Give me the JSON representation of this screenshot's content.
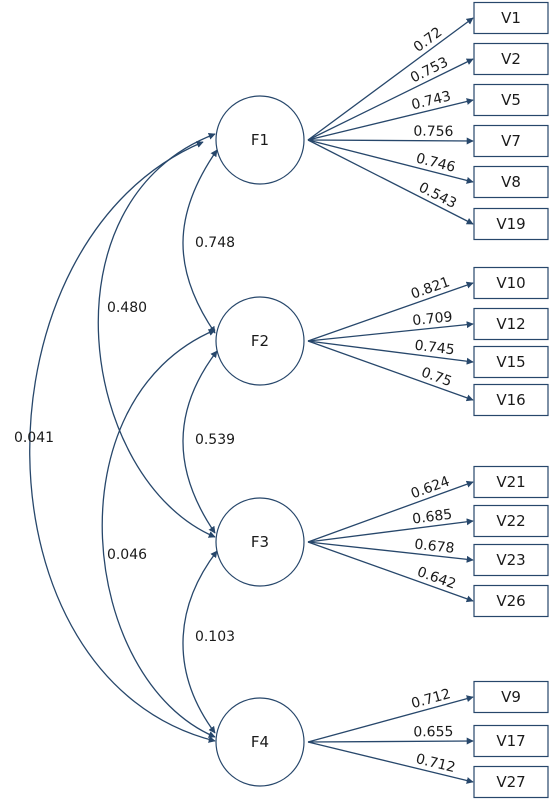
{
  "colors": {
    "line": "#27476b",
    "text": "#1a1a1a",
    "background": "#ffffff"
  },
  "factors": [
    {
      "id": "F1",
      "label": "F1"
    },
    {
      "id": "F2",
      "label": "F2"
    },
    {
      "id": "F3",
      "label": "F3"
    },
    {
      "id": "F4",
      "label": "F4"
    }
  ],
  "indicators": [
    {
      "factor": "F1",
      "label": "V1",
      "loading": "0.72"
    },
    {
      "factor": "F1",
      "label": "V2",
      "loading": "0.753"
    },
    {
      "factor": "F1",
      "label": "V5",
      "loading": "0.743"
    },
    {
      "factor": "F1",
      "label": "V7",
      "loading": "0.756"
    },
    {
      "factor": "F1",
      "label": "V8",
      "loading": "0.746"
    },
    {
      "factor": "F1",
      "label": "V19",
      "loading": "0.543"
    },
    {
      "factor": "F2",
      "label": "V10",
      "loading": "0.821"
    },
    {
      "factor": "F2",
      "label": "V12",
      "loading": "0.709"
    },
    {
      "factor": "F2",
      "label": "V15",
      "loading": "0.745"
    },
    {
      "factor": "F2",
      "label": "V16",
      "loading": "0.75"
    },
    {
      "factor": "F3",
      "label": "V21",
      "loading": "0.624"
    },
    {
      "factor": "F3",
      "label": "V22",
      "loading": "0.685"
    },
    {
      "factor": "F3",
      "label": "V23",
      "loading": "0.678"
    },
    {
      "factor": "F3",
      "label": "V26",
      "loading": "0.642"
    },
    {
      "factor": "F4",
      "label": "V9",
      "loading": "0.712"
    },
    {
      "factor": "F4",
      "label": "V17",
      "loading": "0.655"
    },
    {
      "factor": "F4",
      "label": "V27",
      "loading": "0.712"
    }
  ],
  "correlations": [
    {
      "from": "F1",
      "to": "F2",
      "value": "0.748"
    },
    {
      "from": "F2",
      "to": "F3",
      "value": "0.539"
    },
    {
      "from": "F3",
      "to": "F4",
      "value": "0.103"
    },
    {
      "from": "F1",
      "to": "F3",
      "value": "0.480"
    },
    {
      "from": "F2",
      "to": "F4",
      "value": "0.046"
    },
    {
      "from": "F1",
      "to": "F4",
      "value": "0.041"
    }
  ]
}
